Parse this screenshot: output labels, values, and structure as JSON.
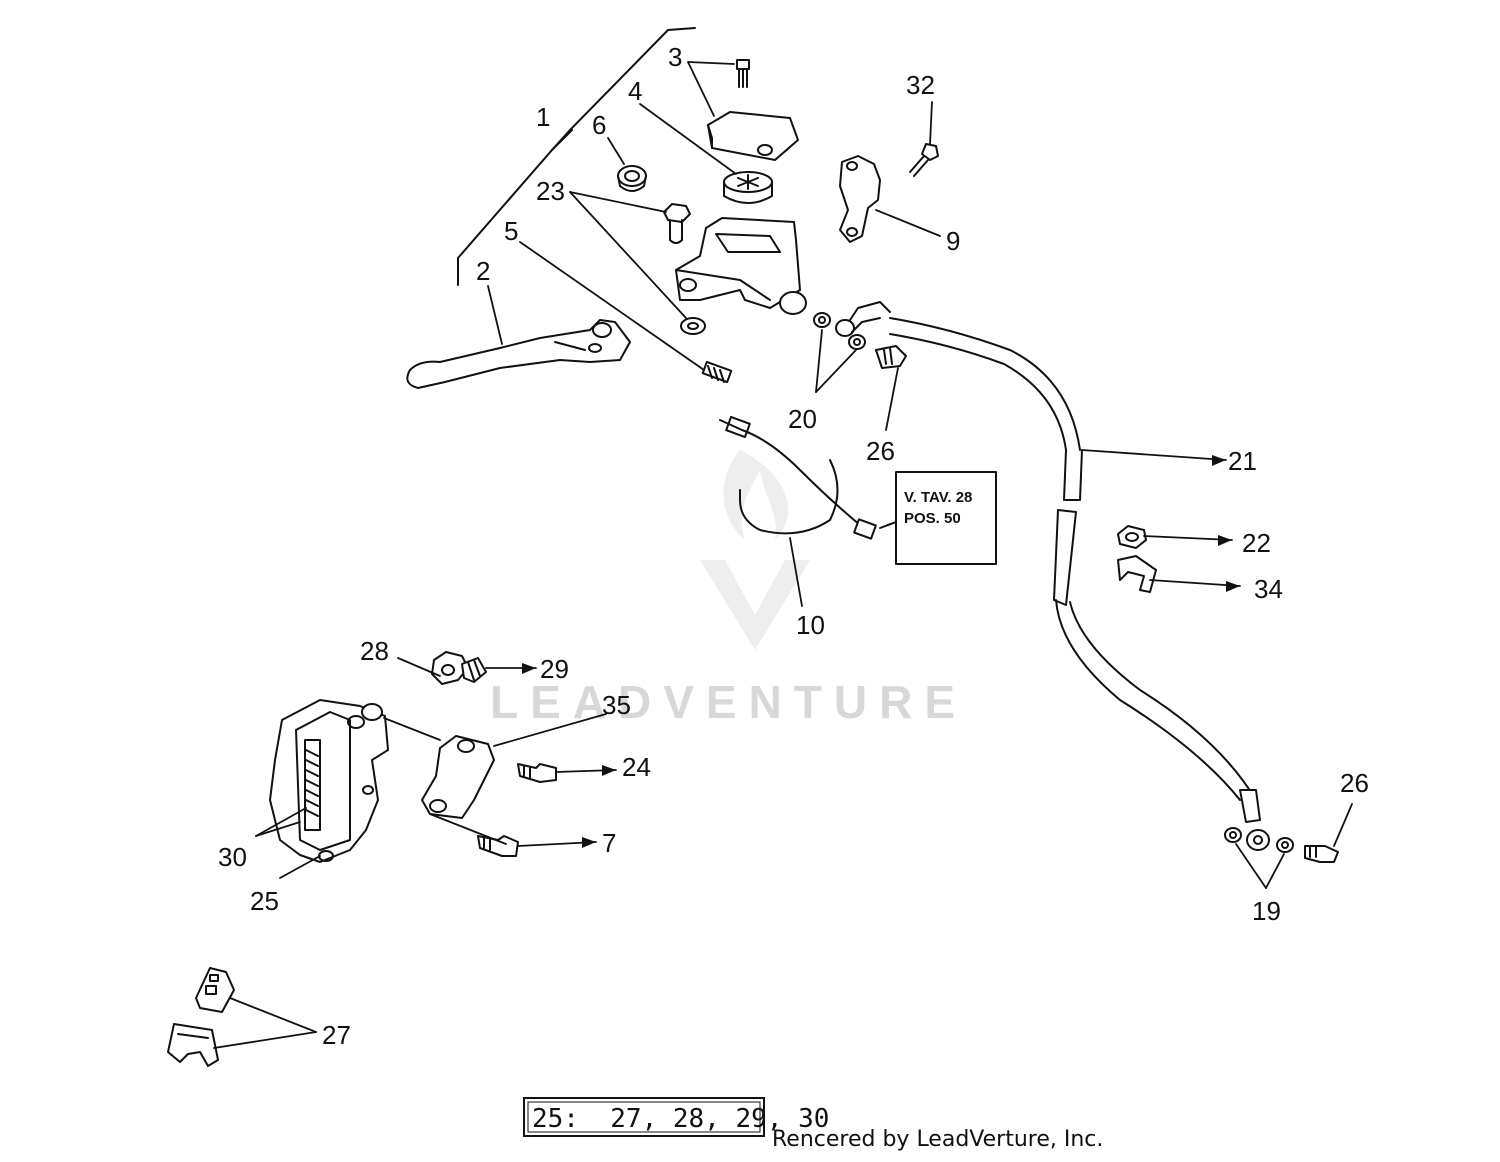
{
  "watermark": "LEADVENTURE",
  "reference_note": {
    "line1": "V. TAV. 28",
    "line2": "POS. 50"
  },
  "kit_note": "25:  27, 28, 29, 30",
  "credit": "Rencered by LeadVerture, Inc.",
  "callouts": {
    "c1": "1",
    "c2": "2",
    "c3": "3",
    "c4": "4",
    "c5": "5",
    "c6": "6",
    "c7": "7",
    "c9": "9",
    "c10": "10",
    "c19": "19",
    "c20": "20",
    "c21": "21",
    "c22": "22",
    "c23": "23",
    "c24": "24",
    "c25": "25",
    "c26a": "26",
    "c26b": "26",
    "c27": "27",
    "c28": "28",
    "c29": "29",
    "c30": "30",
    "c32": "32",
    "c34": "34",
    "c35": "35"
  }
}
